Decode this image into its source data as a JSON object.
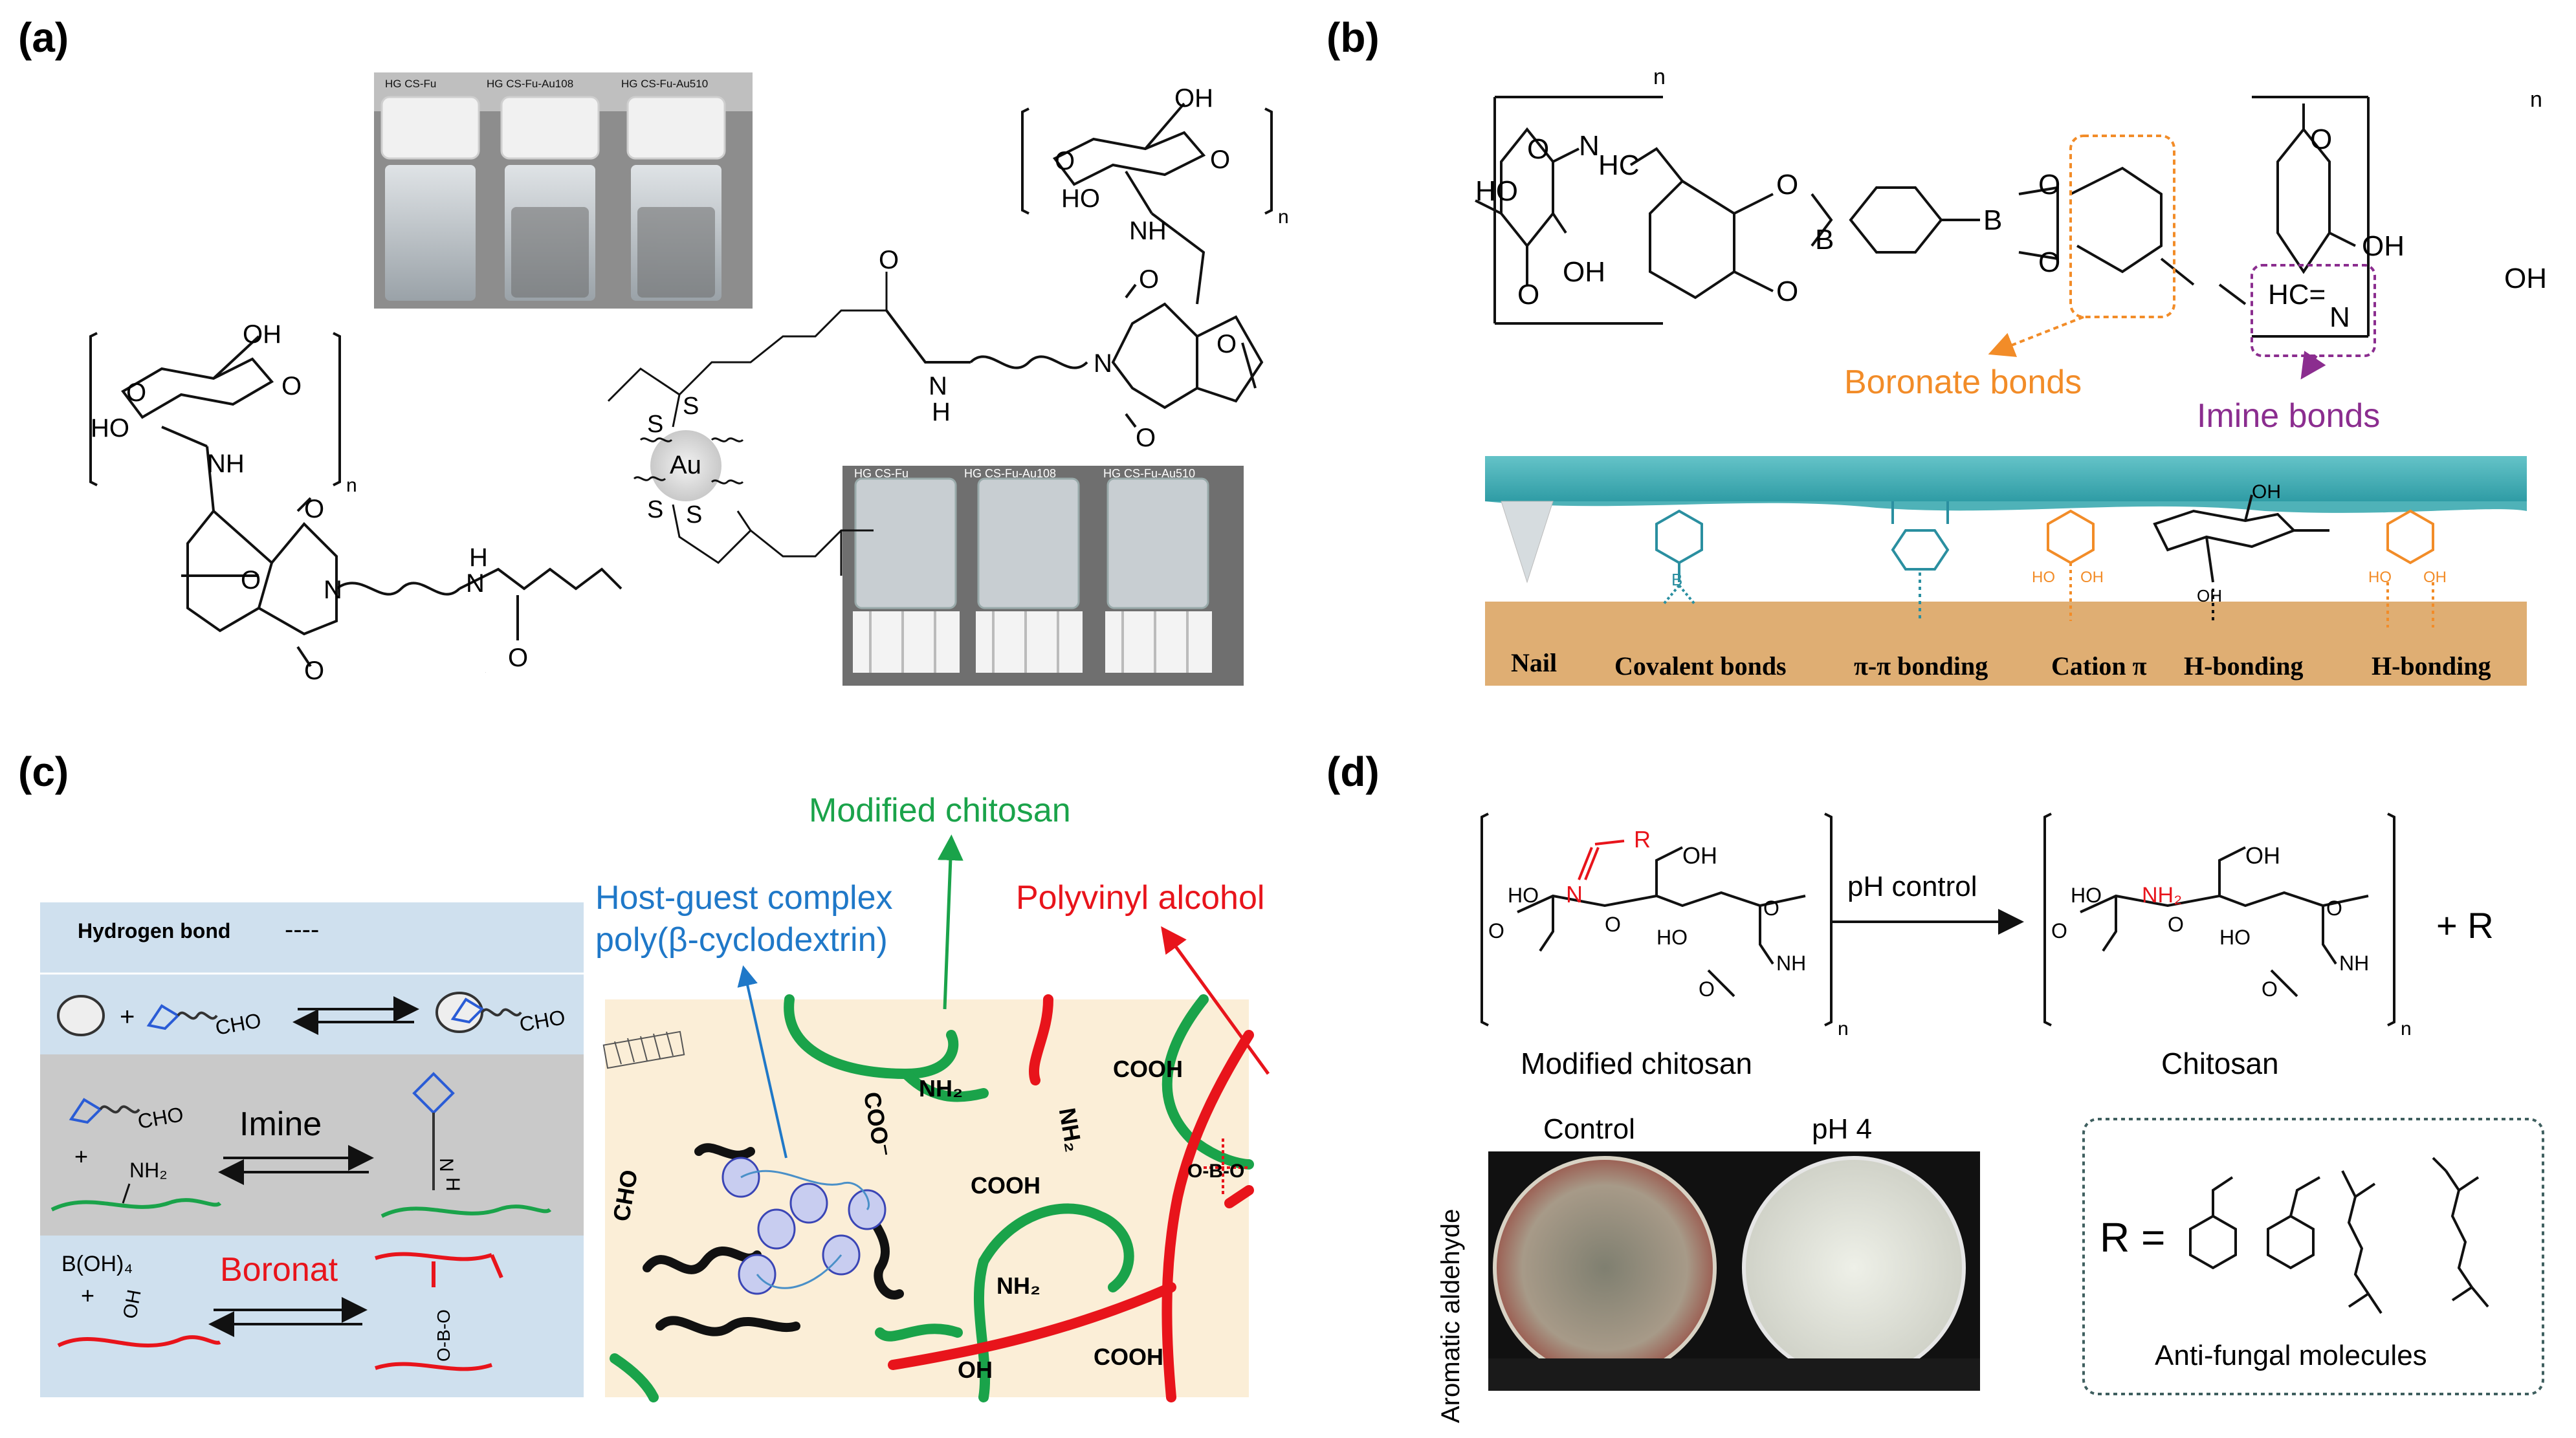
{
  "panel_labels": {
    "a": "(a)",
    "b": "(b)",
    "c": "(c)",
    "d": "(d)"
  },
  "panel_a": {
    "photo_top_labels": [
      "HG CS-Fu",
      "HG CS-Fu-Au108",
      "HG CS-Fu-Au510"
    ],
    "photo_bottom_labels": [
      "HG CS-Fu",
      "HG CS-Fu-Au108",
      "HG CS-Fu-Au510"
    ],
    "atom_labels": {
      "oh": "OH",
      "ho": "HO",
      "o": "O",
      "nh": "NH",
      "n": "N",
      "h": "H",
      "s": "S",
      "au": "Au",
      "sub_n": "n"
    }
  },
  "panel_b": {
    "atoms": {
      "ho": "HO",
      "oh": "OH",
      "o": "O",
      "hc": "HC",
      "b": "B",
      "n": "N",
      "hc_eq": "HC=",
      "sub_n": "n"
    },
    "boronate_label": "Boronate bonds",
    "imine_label": "Imine bonds",
    "interaction_labels": [
      "Nail",
      "Covalent bonds",
      "π-π  bonding",
      "Cation π",
      "H-bonding",
      "H-bonding"
    ],
    "small_labels": {
      "ho": "HO",
      "oh": "OH",
      "b": "B"
    },
    "colors": {
      "boronate": "#f28c28",
      "imine": "#8b2d8f",
      "covalent": "#2a8fa0",
      "water": "#3fb0b8",
      "skin": "#dfae73"
    }
  },
  "panel_c": {
    "legend_rows": [
      {
        "title": "Hydrogen bond",
        "symbol": "----"
      },
      {
        "plus": "+",
        "cho": "CHO"
      },
      {
        "label": "Imine",
        "plus": "+",
        "nh2": "NH₂",
        "n": "N",
        "h": "H"
      },
      {
        "reactant": "B(OH)₄",
        "plus": "+",
        "oh": "OH",
        "label": "Boronat",
        "product": "O-B-O"
      }
    ],
    "callouts": {
      "modified_chitosan": "Modified chitosan",
      "host_guest": "Host-guest complex",
      "poly_cd": "poly(β-cyclodextrin)",
      "pva": "Polyvinyl alcohol"
    },
    "network_labels": [
      "NH₂",
      "COOH",
      "COO⁻",
      "NH₂",
      "COOH",
      "CHO",
      "NH₂",
      "OH",
      "COOH",
      "O-B-O"
    ],
    "colors": {
      "chitosan": "#1aa34a",
      "pva": "#e8141b",
      "cd": "#1f78c8",
      "bg": "#fbeed7",
      "legend_blue": "#cfe0ee",
      "legend_gray": "#c9c9c9"
    }
  },
  "panel_d": {
    "atoms": {
      "ho": "HO",
      "oh": "OH",
      "o": "O",
      "n": "N",
      "nh": "NH",
      "nh2": "NH₂",
      "r": "R",
      "sub_n": "n"
    },
    "arrow_label": "pH control",
    "left_caption": "Modified chitosan",
    "right_caption": "Chitosan",
    "plus_r": "+ R",
    "photo_titles": [
      "Control",
      "pH 4"
    ],
    "side_label": "Aromatic aldehyde",
    "r_eq": "R =",
    "box_caption": "Anti-fungal molecules",
    "colors": {
      "red": "#e8141b",
      "box": "#3f5f5f"
    }
  }
}
